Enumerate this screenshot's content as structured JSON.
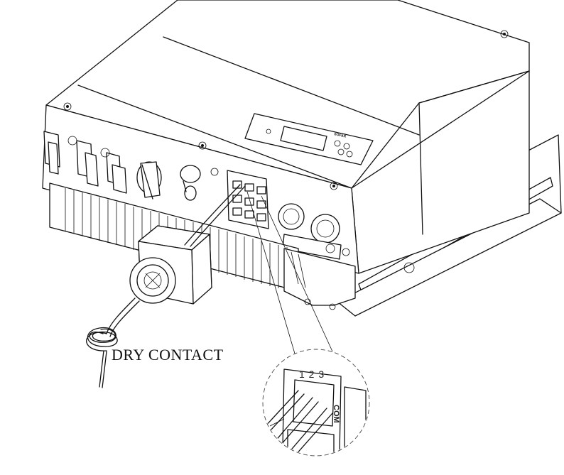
{
  "labels": {
    "dry_contact": "DRY CONTACT",
    "pin_numbers": "1 2 3",
    "com": "COM",
    "brand": "SOFAR"
  },
  "icons": [
    "inverter-body",
    "display-panel",
    "dc-connector",
    "dc-switch",
    "rj45-ports",
    "ac-connector",
    "cable-gland",
    "detail-magnifier",
    "heat-sink"
  ]
}
